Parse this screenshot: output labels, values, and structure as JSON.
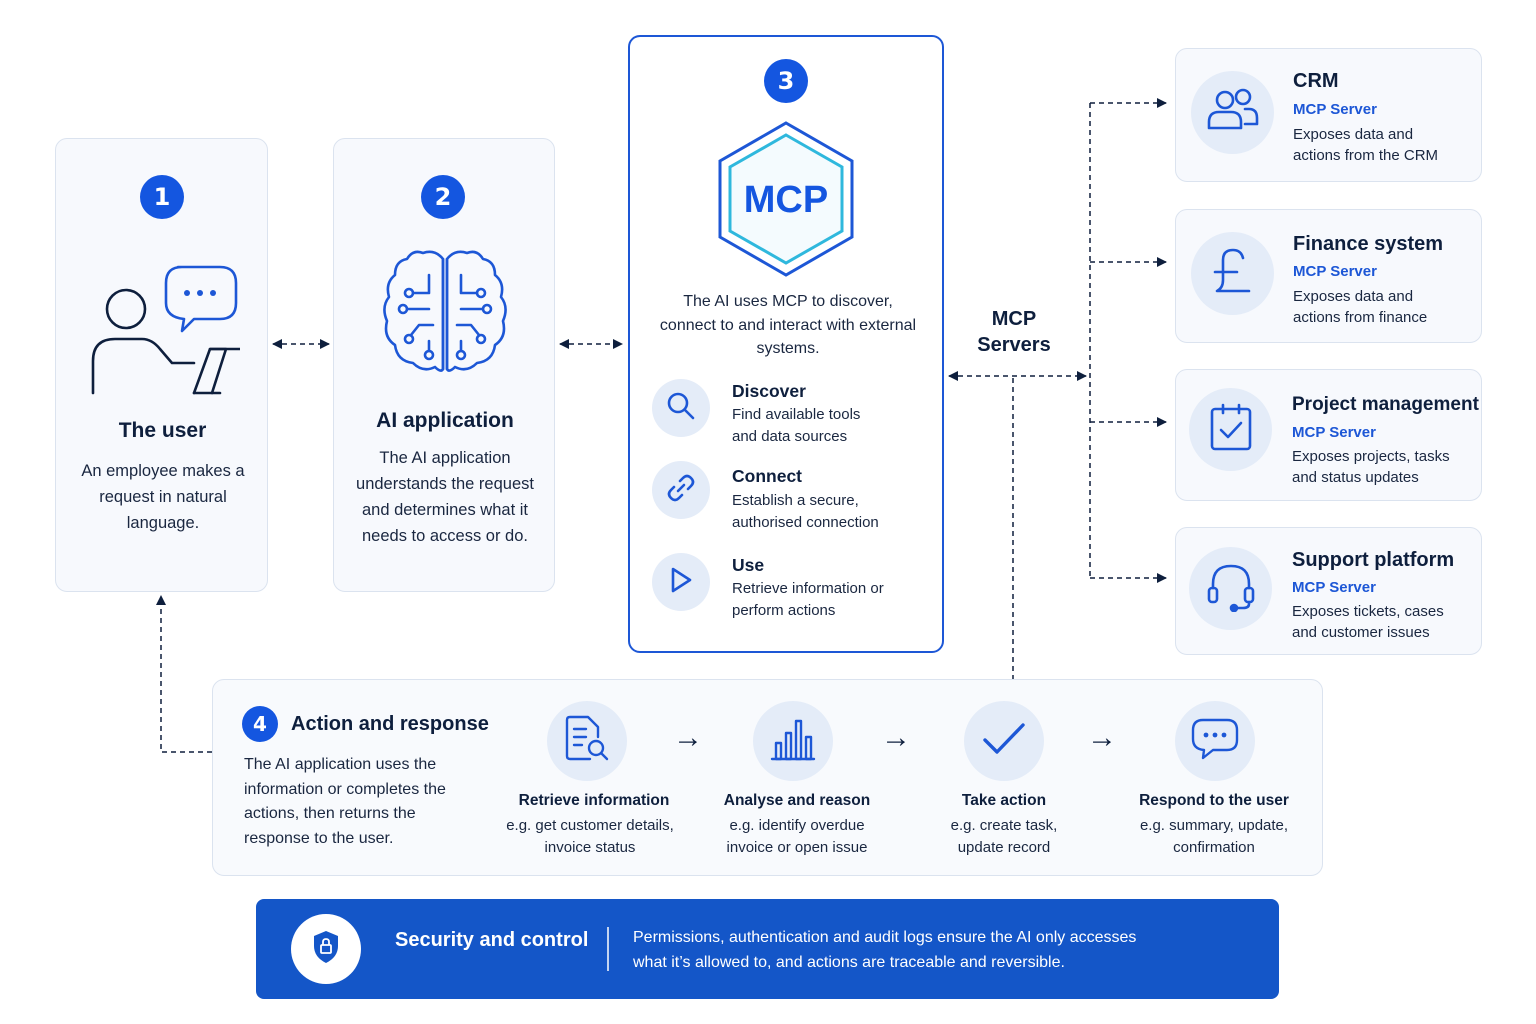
{
  "user_card": {
    "number": "1",
    "title": "The user",
    "description": "An employee makes a request in natural language."
  },
  "ai_card": {
    "number": "2",
    "title": "AI application",
    "description": "The AI application understands the request and determines what it needs to access or do."
  },
  "mcp_card": {
    "number": "3",
    "logo_text": "MCP",
    "description": "The AI uses MCP to discover, connect to and interact with external systems.",
    "steps": [
      {
        "icon": "search-icon",
        "title": "Discover",
        "description": "Find available tools and data sources"
      },
      {
        "icon": "link-icon",
        "title": "Connect",
        "description": "Establish a secure, authorised connection"
      },
      {
        "icon": "play-icon",
        "title": "Use",
        "description": "Retrieve information or perform actions"
      }
    ]
  },
  "mcp_servers_label": "MCP Servers",
  "servers": [
    {
      "icon": "users-icon",
      "title": "CRM",
      "subtitle": "MCP Server",
      "description": "Exposes data and actions from the CRM"
    },
    {
      "icon": "pound-icon",
      "title": "Finance system",
      "subtitle": "MCP Server",
      "description": "Exposes data and actions from finance"
    },
    {
      "icon": "clipboard-check-icon",
      "title": "Project management",
      "subtitle": "MCP Server",
      "description": "Exposes projects, tasks and status updates"
    },
    {
      "icon": "headset-icon",
      "title": "Support platform",
      "subtitle": "MCP Server",
      "description": "Exposes tickets, cases and customer issues"
    }
  ],
  "action_card": {
    "number": "4",
    "title": "Action and response",
    "description": "The AI application uses the information or completes the actions, then returns the response to the user.",
    "flow": [
      {
        "icon": "document-search-icon",
        "title": "Retrieve information",
        "description": "e.g. get customer details, invoice status"
      },
      {
        "icon": "bar-chart-icon",
        "title": "Analyse and reason",
        "description": "e.g. identify overdue invoice or open issue"
      },
      {
        "icon": "checkmark-icon",
        "title": "Take action",
        "description": "e.g. create task, update record"
      },
      {
        "icon": "chat-bubble-icon",
        "title": "Respond to the user",
        "description": "e.g. summary, update, confirmation"
      }
    ],
    "arrow_glyph": "→"
  },
  "security": {
    "icon": "shield-lock-icon",
    "title": "Security and control",
    "text": "Permissions, authentication and audit logs ensure the AI only accesses what it’s allowed to, and actions are traceable and reversible."
  },
  "colors": {
    "primary_blue": "#1456e0",
    "banner_blue": "#1456c8",
    "navy": "#0e1f3d",
    "card_bg": "#f7f9fd",
    "icon_circle_bg": "#e4ecf8",
    "hex_teal": "#2fb8dd"
  }
}
